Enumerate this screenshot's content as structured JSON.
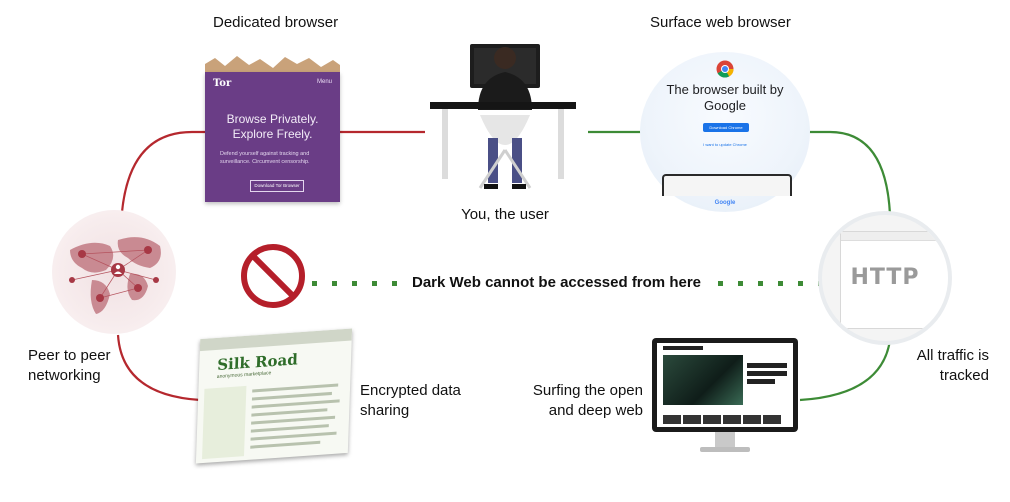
{
  "labels": {
    "dedicated_browser": "Dedicated browser",
    "surface_browser": "Surface web browser",
    "user": "You, the user",
    "dark_web_note": "Dark Web cannot be accessed from here",
    "peer_to_peer_line1": "Peer to peer",
    "peer_to_peer_line2": "networking",
    "encrypted_line1": "Encrypted data",
    "encrypted_line2": "sharing",
    "surfing_line1": "Surfing the open",
    "surfing_line2": "and deep web",
    "tracked_line1": "All traffic is",
    "tracked_line2": "tracked"
  },
  "tor_page": {
    "logo": "Tor",
    "menu": "Menu",
    "headline_line1": "Browse Privately.",
    "headline_line2": "Explore Freely.",
    "body": "Defend yourself against tracking and surveillance. Circumvent censorship.",
    "button": "Download Tor Browser"
  },
  "chrome_page": {
    "title_line1": "The browser built by",
    "title_line2": "Google",
    "button": "Download Chrome",
    "small_link": "I want to update Chrome",
    "footer_logo": "Google"
  },
  "silk_road_page": {
    "name": "Silk Road",
    "sub": "anonymous marketplace"
  },
  "http_page": {
    "text": "HTTP"
  },
  "colors": {
    "dark_path": "#b5282e",
    "surface_path": "#3d8b36",
    "prohibition": "#b51f2a"
  },
  "icons": [
    "user-at-desk-icon",
    "prohibited-icon",
    "network-globe-icon",
    "monitor-icon"
  ]
}
